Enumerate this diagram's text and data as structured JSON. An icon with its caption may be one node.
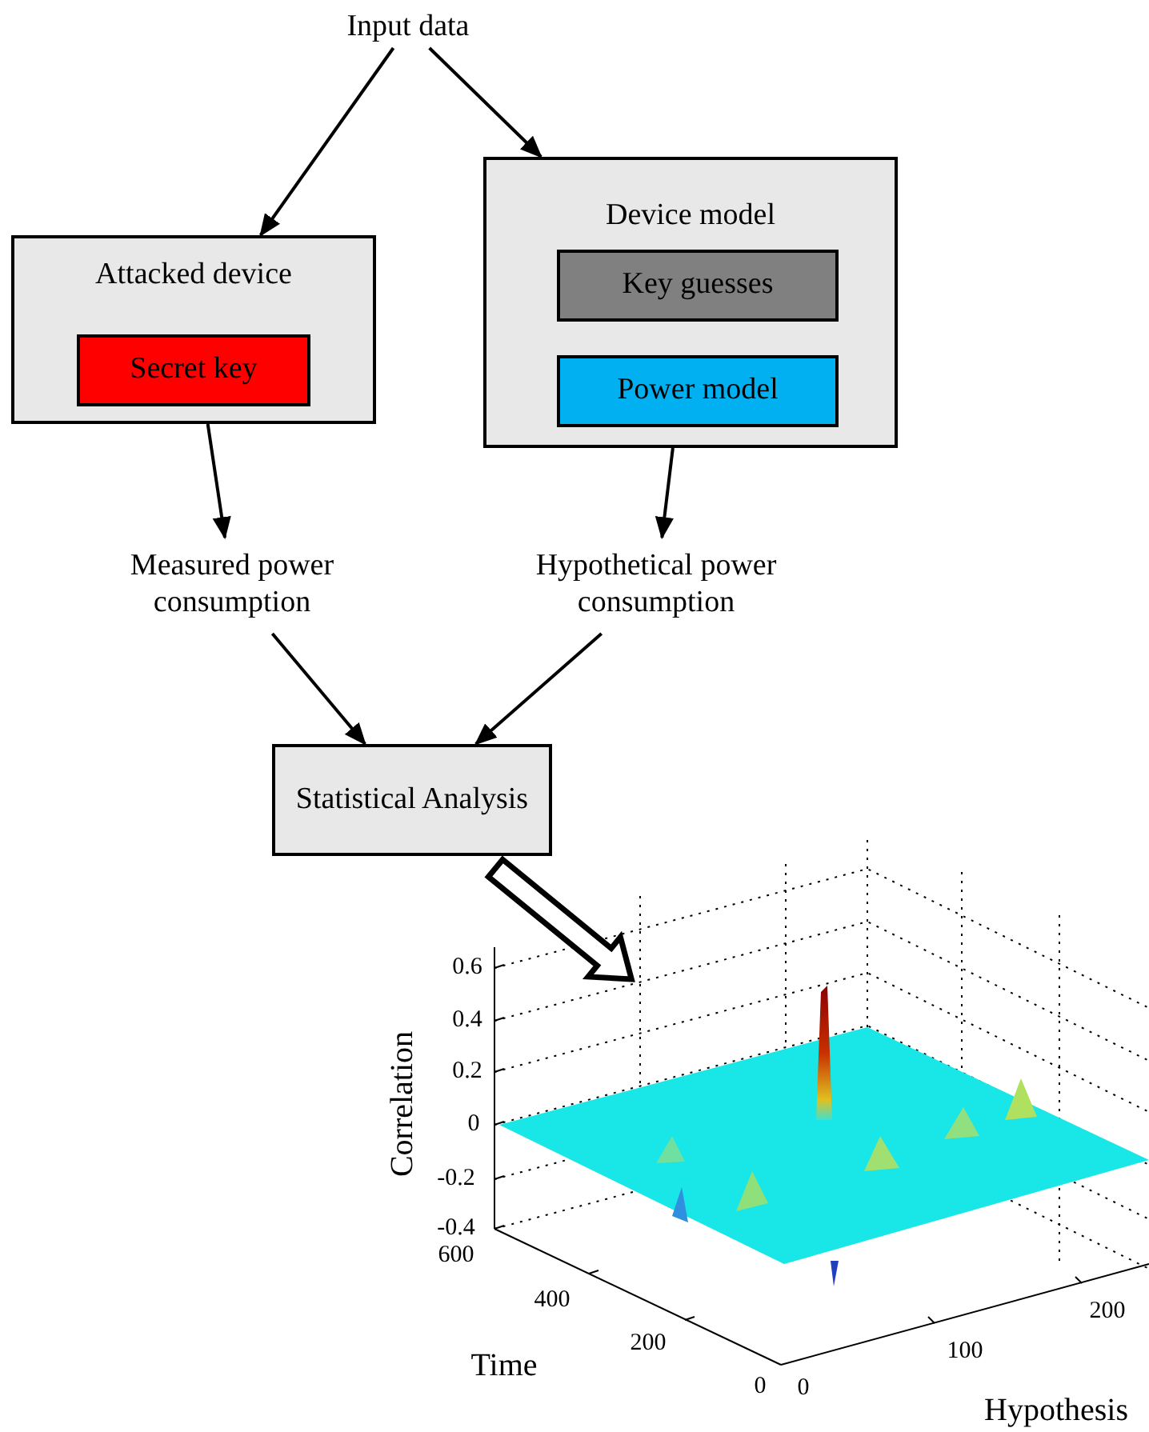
{
  "diagram": {
    "nodes": [
      {
        "text": [
          "Input data"
        ]
      },
      {
        "text": [
          "Attacked device"
        ]
      },
      {
        "text": [
          "Secret key"
        ],
        "in": 1
      },
      {
        "text": [
          "Device model"
        ]
      },
      {
        "text": [
          "Key guesses"
        ],
        "in": 3
      },
      {
        "text": [
          "Power model"
        ],
        "in": 3
      },
      {
        "text": [
          "Measured power consumption"
        ]
      },
      {
        "text": [
          "Hypothetical power consumption"
        ]
      },
      {
        "text": [
          "Statistical Analysis"
        ]
      },
      {
        "text": [],
        "shape": "picture"
      }
    ],
    "edges": [
      {
        "from": 0,
        "to": 1,
        "arrow": "to"
      },
      {
        "from": 0,
        "to": 3,
        "arrow": "to"
      },
      {
        "from": 1,
        "to": 6,
        "arrow": "to"
      },
      {
        "from": 3,
        "to": 7,
        "arrow": "to"
      },
      {
        "from": 6,
        "to": 8,
        "arrow": "to"
      },
      {
        "from": 7,
        "to": 8,
        "arrow": "to"
      },
      {
        "from": 8,
        "to": 9,
        "arrow": "to",
        "style": "thick"
      }
    ],
    "labels": [
      "0.6",
      "0.4",
      "0.2",
      "0",
      "-0.2",
      "-0.4",
      "Correlation",
      "600",
      "400",
      "200",
      "0",
      "Time",
      "0",
      "100",
      "200",
      "Hypothesis"
    ]
  }
}
